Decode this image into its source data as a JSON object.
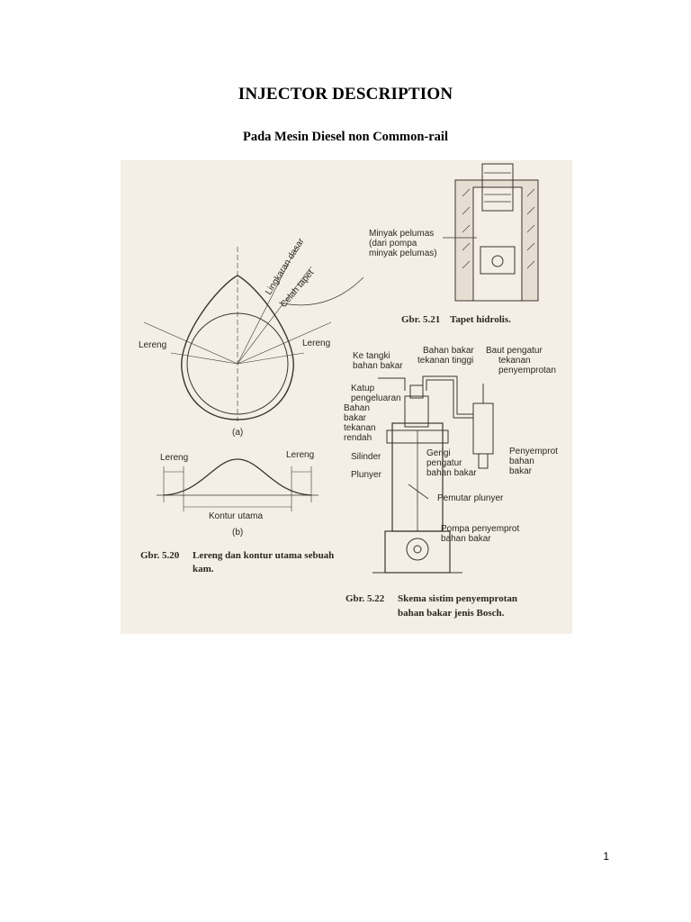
{
  "document": {
    "title": "INJECTOR DESCRIPTION",
    "subtitle": "Pada Mesin Diesel non Common-rail",
    "page_number": "1"
  },
  "figure": {
    "cam": {
      "label_base_circle": "Lingkaran dasar",
      "label_tappet_gap": "Celah tapet",
      "label_flank_left": "Lereng",
      "label_flank_right": "Lereng",
      "tag_a": "(a)",
      "profile_flank_left": "Lereng",
      "profile_flank_right": "Lereng",
      "profile_main": "Kontur utama",
      "tag_b": "(b)",
      "caption_num": "Gbr. 5.20",
      "caption_line1": "Lereng dan kontur utama sebuah",
      "caption_line2": "kam."
    },
    "tappet": {
      "oil_line1": "Minyak pelumas",
      "oil_line2": "(dari pompa",
      "oil_line3": "minyak pelumas)",
      "caption_num": "Gbr. 5.21",
      "caption_text": "Tapet hidrolis."
    },
    "bosch": {
      "to_tank_1": "Ke tangki",
      "to_tank_2": "bahan bakar",
      "hp_fuel_1": "Bahan bakar",
      "hp_fuel_2": "tekanan tinggi",
      "adj_bolt_1": "Baut pengatur",
      "adj_bolt_2": "tekanan",
      "adj_bolt_3": "penyemprotan",
      "valve_1": "Katup",
      "valve_2": "pengeluaran",
      "lp_fuel_1": "Bahan",
      "lp_fuel_2": "bakar",
      "lp_fuel_3": "tekanan",
      "lp_fuel_4": "rendah",
      "cylinder": "Silinder",
      "gear_1": "Gerigi",
      "gear_2": "pengatur",
      "gear_3": "bahan bakar",
      "injector_1": "Penyemprot",
      "injector_2": "bahan",
      "injector_3": "bakar",
      "plunger": "Plunyer",
      "plunger_rot": "Pemutar plunyer",
      "pump_1": "Pompa penyemprot",
      "pump_2": "bahan bakar",
      "caption_num": "Gbr. 5.22",
      "caption_line1": "Skema sistim penyemprotan",
      "caption_line2": "bahan bakar jenis Bosch."
    }
  }
}
